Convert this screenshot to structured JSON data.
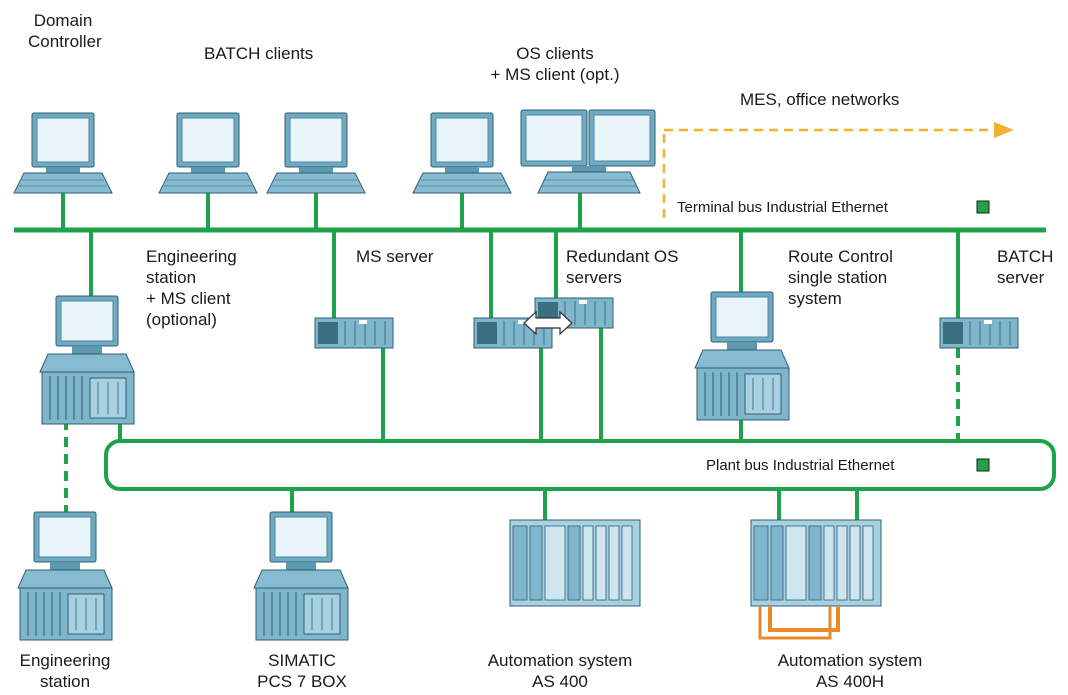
{
  "labels": {
    "domain_controller": [
      "Domain",
      "Controller"
    ],
    "batch_clients": "BATCH clients",
    "os_clients": [
      "OS clients",
      "+ MS client (opt.)"
    ],
    "mes": "MES, office networks",
    "terminal_bus": "Terminal bus Industrial Ethernet",
    "engineering_station_ms": [
      "Engineering",
      "station",
      "+ MS client",
      "(optional)"
    ],
    "ms_server": "MS server",
    "redundant_os": [
      "Redundant OS",
      "servers"
    ],
    "route_control": [
      "Route Control",
      "single station",
      "system"
    ],
    "batch_server": [
      "BATCH",
      "server"
    ],
    "plant_bus": "Plant bus Industrial Ethernet",
    "engineering_station": [
      "Engineering",
      "station"
    ],
    "simatic_box": [
      "SIMATIC",
      "PCS 7 BOX"
    ],
    "as400": [
      "Automation system",
      "AS 400"
    ],
    "as400h": [
      "Automation system",
      "AS 400H"
    ]
  },
  "colors": {
    "bus": "#1fa34a",
    "legend_square": "#1fa34a",
    "mes_arrow": "#f0b030",
    "redundancy_link": "#e98a2a",
    "device_body": "#7fb6cc",
    "device_dark": "#3c6e82",
    "screen": "#e8f4fa"
  }
}
